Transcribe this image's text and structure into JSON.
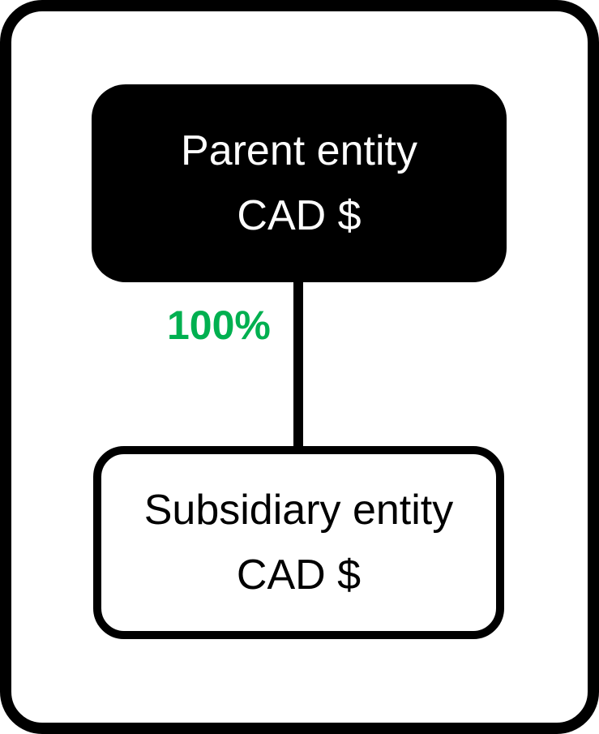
{
  "diagram": {
    "type": "entity-ownership-structure",
    "nodes": [
      {
        "id": "parent",
        "label": "Parent entity",
        "sublabel": "CAD $",
        "fill": "#000000",
        "text_color": "#ffffff"
      },
      {
        "id": "subsidiary",
        "label": "Subsidiary entity",
        "sublabel": "CAD $",
        "fill": "#ffffff",
        "text_color": "#000000",
        "border_color": "#000000"
      }
    ],
    "edge": {
      "from": "parent",
      "to": "subsidiary",
      "label": "100%",
      "label_color": "#00B050",
      "line_color": "#000000"
    },
    "frame": {
      "border_color": "#000000"
    }
  }
}
